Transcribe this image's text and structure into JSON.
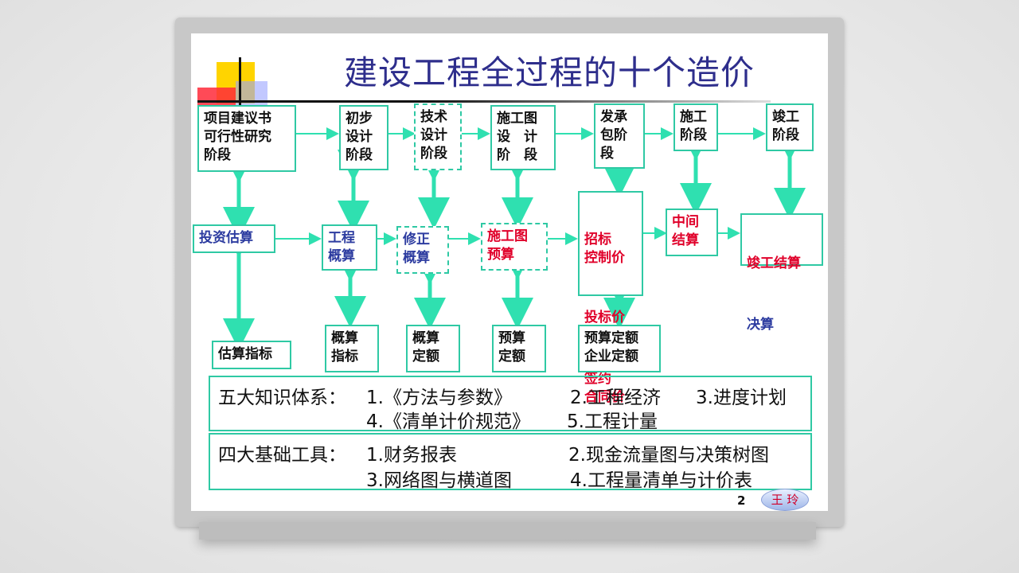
{
  "title": "建设工程全过程的十个造价",
  "top_row": [
    {
      "id": "t1",
      "label": "项目建议书\n可行性研究\n阶段",
      "dashed": false
    },
    {
      "id": "t2",
      "label": "初步\n设计\n阶段",
      "dashed": false
    },
    {
      "id": "t3",
      "label": "技术\n设计\n阶段",
      "dashed": true
    },
    {
      "id": "t4",
      "label": "施工图\n设　计\n阶　段",
      "dashed": false
    },
    {
      "id": "t5",
      "label": "发承\n包阶\n段",
      "dashed": false
    },
    {
      "id": "t6",
      "label": "施工\n阶段",
      "dashed": false
    },
    {
      "id": "t7",
      "label": "竣工\n阶段",
      "dashed": false
    }
  ],
  "middle_row": {
    "m1": "投资估算",
    "m2": "工程\n概算",
    "m3": "修正\n概算",
    "m4": "施工图\n预算",
    "m5_a": "招标\n控制价",
    "m5_b": "投标价",
    "m5_c": "签约\n合同价",
    "m6": "中间\n结算",
    "m7_a": "竣工结算",
    "m7_b": "决算"
  },
  "bottom_row": {
    "b1": "估算指标",
    "b2": "概算\n指标",
    "b3": "概算\n定额",
    "b4": "预算\n定额",
    "b5": "预算定额\n企业定额"
  },
  "knowledge": {
    "label": "五大知识体系：",
    "item1": "1.《方法与参数》",
    "item2": "2.工程经济",
    "item3": "3.进度计划",
    "item4": "4.《清单计价规范》",
    "item5": "5.工程计量"
  },
  "tools": {
    "label": "四大基础工具：",
    "item1": "1.财务报表",
    "item2": "2.现金流量图与决策树图",
    "item3": "3.网络图与横道图",
    "item4": "4.工程量清单与计价表"
  },
  "page_number": "2",
  "badge": "王 玲",
  "colors": {
    "title": "#2e2e8c",
    "border": "#2fc9a4",
    "red_text": "#e0002a",
    "blue_text": "#2d3ca0"
  }
}
